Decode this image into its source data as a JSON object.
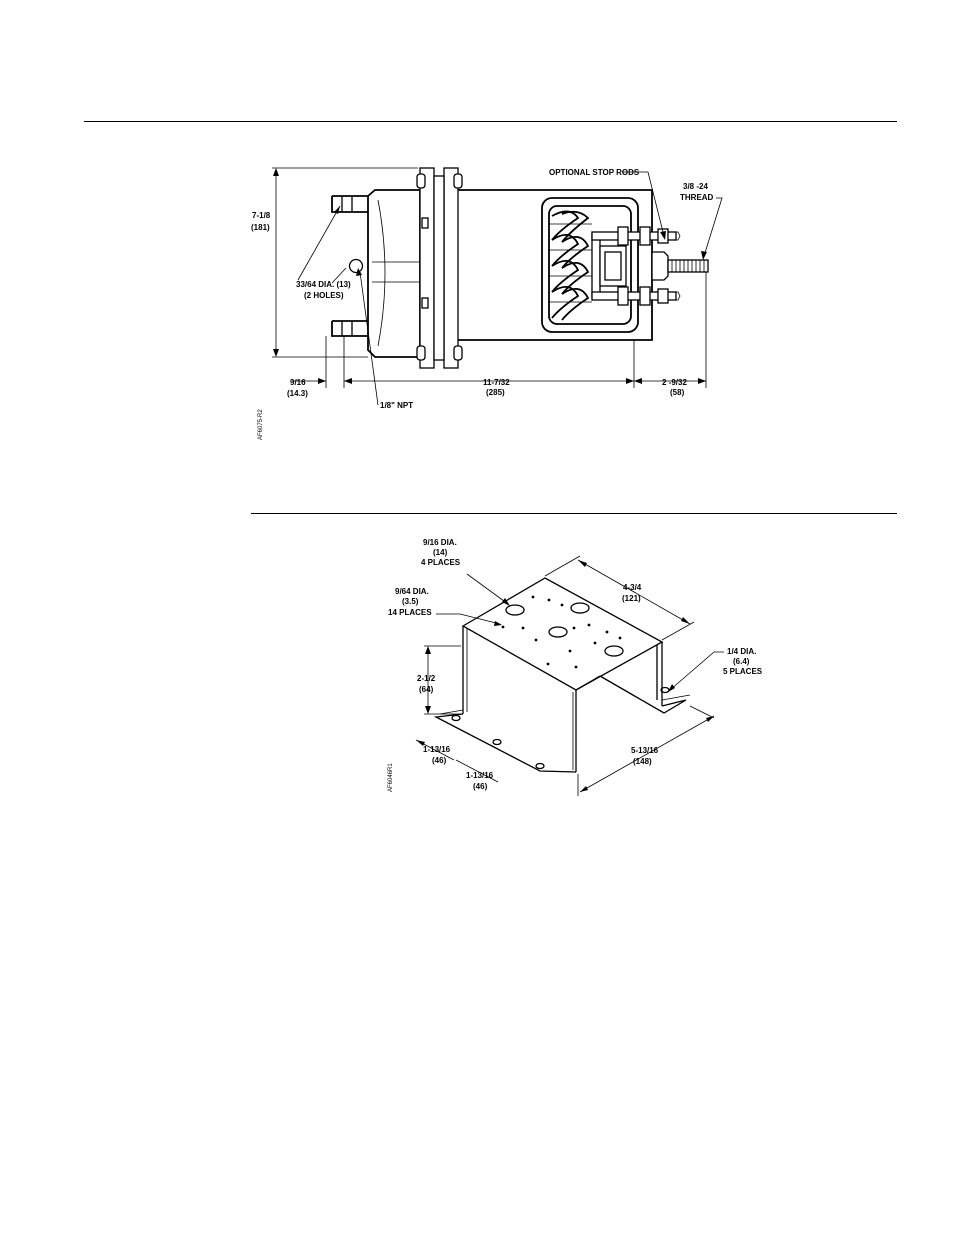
{
  "figure1": {
    "height_label": "7-1/8",
    "height_mm": "(181)",
    "hole_label": "33/64 DIA. (13)",
    "hole_count": "(2 HOLES)",
    "stop_rods": "OPTIONAL STOP RODS",
    "thread_size": "3/8 -24",
    "thread_word": "THREAD",
    "left_offset": "9/16",
    "left_offset_mm": "(14.3)",
    "length": "11-7/32",
    "length_mm": "(285)",
    "rod_ext": "2 -9/32",
    "rod_ext_mm": "(58)",
    "npt": "1/8\" NPT",
    "ref_code": "AF6075-R2"
  },
  "figure2": {
    "large_hole": "9/16 DIA.",
    "large_hole_mm": "(14)",
    "large_hole_count": "4 PLACES",
    "small_hole": "9/64 DIA.",
    "small_hole_mm": "(3.5)",
    "small_hole_count": "14 PLACES",
    "top_width": "4-3/4",
    "top_width_mm": "(121)",
    "foot_hole": "1/4 DIA.",
    "foot_hole_mm": "(6.4)",
    "foot_hole_count": "5 PLACES",
    "height": "2-1/2",
    "height_mm": "(64)",
    "spacing_a": "1-13/16",
    "spacing_a_mm": "(46)",
    "spacing_b": "1-13/16",
    "spacing_b_mm": "(46)",
    "depth": "5-13/16",
    "depth_mm": "(148)",
    "ref_code": "AF6046R1"
  }
}
